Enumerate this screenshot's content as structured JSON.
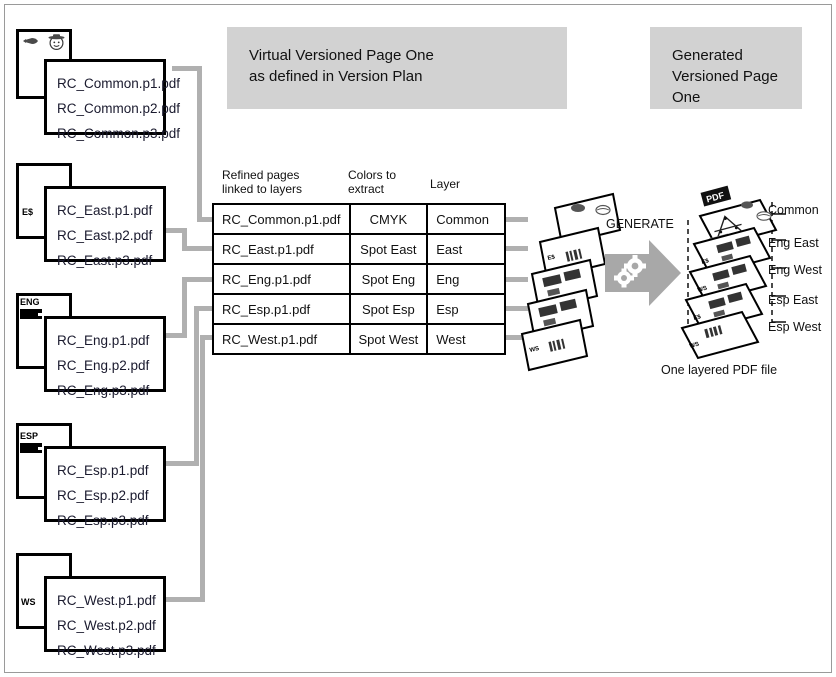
{
  "banners": {
    "left": "Virtual Versioned Page One\nas defined in Version Plan",
    "left_line1": "Virtual Versioned Page One",
    "left_line2": "as defined in Version Plan",
    "right_line1": "Generated",
    "right_line2": "Versioned Page",
    "right_line3": "One"
  },
  "folders": [
    {
      "badge": "",
      "icon": "hand-and-face-icon",
      "files": [
        "RC_Common.p1.pdf",
        "RC_Common.p2.pdf",
        "RC_Common.p3.pdf"
      ]
    },
    {
      "badge": "E$",
      "icon": "dollar-badge-icon",
      "files": [
        "RC_East.p1.pdf",
        "RC_East.p2.pdf",
        "RC_East.p3.pdf"
      ]
    },
    {
      "badge": "ENG",
      "icon": "flag-block-icon",
      "files": [
        "RC_Eng.p1.pdf",
        "RC_Eng.p2.pdf",
        "RC_Eng.p3.pdf"
      ]
    },
    {
      "badge": "ESP",
      "icon": "flag-block-icon",
      "files": [
        "RC_Esp.p1.pdf",
        "RC_Esp.p2.pdf",
        "RC_Esp.p3.pdf"
      ]
    },
    {
      "badge": "WS",
      "icon": "west-badge-icon",
      "files": [
        "RC_West.p1.pdf",
        "RC_West.p2.pdf",
        "RC_West.p3.pdf"
      ]
    }
  ],
  "table": {
    "headers": {
      "col0_line1": "Refined pages",
      "col0_line2": "linked to layers",
      "col1_line1": "Colors to",
      "col1_line2": "extract",
      "col2_line1": "Layer"
    },
    "rows": [
      {
        "page": "RC_Common.p1.pdf",
        "color": "CMYK",
        "layer": "Common"
      },
      {
        "page": "RC_East.p1.pdf",
        "color": "Spot East",
        "layer": "East"
      },
      {
        "page": "RC_Eng.p1.pdf",
        "color": "Spot Eng",
        "layer": "Eng"
      },
      {
        "page": "RC_Esp.p1.pdf",
        "color": "Spot Esp",
        "layer": "Esp"
      },
      {
        "page": "RC_West.p1.pdf",
        "color": "Spot West",
        "layer": "West"
      }
    ]
  },
  "process": {
    "generate_label": "GENERATE",
    "icon": "gears-arrow-icon"
  },
  "output": {
    "layer_labels": [
      "Common",
      "Eng East",
      "Eng West",
      "Esp East",
      "Esp West"
    ],
    "caption": "One layered PDF file"
  },
  "sheet_badges": [
    "",
    "E$",
    "WS",
    "E$",
    "WS"
  ],
  "colors": {
    "banner_bg": "#d2d2d2",
    "connector": "#b0b0b0",
    "arrow": "#a8a8a8",
    "outline": "#000000",
    "frame": "#9a9a9a"
  }
}
